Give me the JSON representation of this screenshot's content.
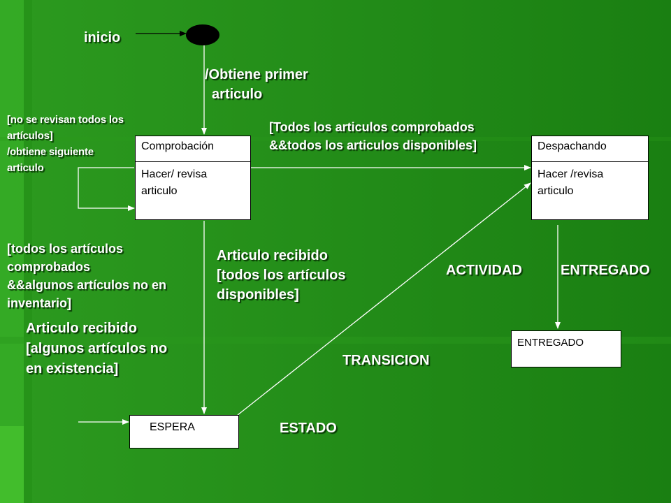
{
  "diagram": {
    "labels": {
      "inicio": "inicio",
      "obtiene_primer_1": "/Obtiene primer",
      "obtiene_primer_2": "articulo",
      "no_revisan_1": "[no se revisan todos los",
      "no_revisan_2": "artículos]",
      "no_revisan_3": "/obtiene siguiente",
      "no_revisan_4": "articulo",
      "todos_comprobados_1": "[Todos los articulos comprobados",
      "todos_comprobados_2": "&&todos los articulos disponibles]",
      "algunos_no_inv_1": "[todos los artículos",
      "algunos_no_inv_2": "comprobados",
      "algunos_no_inv_3": "&&algunos artículos no en",
      "algunos_no_inv_4": "inventario]",
      "recibido_todos_1": "Articulo recibido",
      "recibido_todos_2": "[todos los artículos",
      "recibido_todos_3": "disponibles]",
      "recibido_algunos_1": "Articulo recibido",
      "recibido_algunos_2": "[algunos artículos no",
      "recibido_algunos_3": "en existencia]",
      "actividad": "ACTIVIDAD",
      "entregado": "ENTREGADO",
      "transicion": "TRANSICION",
      "estado": "ESTADO"
    },
    "states": {
      "comprobacion": {
        "name": "Comprobación",
        "activity_1": "Hacer/ revisa",
        "activity_2": "articulo"
      },
      "despachando": {
        "name": "Despachando",
        "activity_1": "Hacer /revisa",
        "activity_2": "articulo"
      },
      "entregado": {
        "name": "ENTREGADO"
      },
      "espera": {
        "name": "ESPERA"
      }
    },
    "colors": {
      "background": "#1e8a16",
      "label_text": "#ffffff",
      "state_fill": "#ffffff",
      "line": "#ffffff",
      "initial_node": "#000000"
    }
  }
}
